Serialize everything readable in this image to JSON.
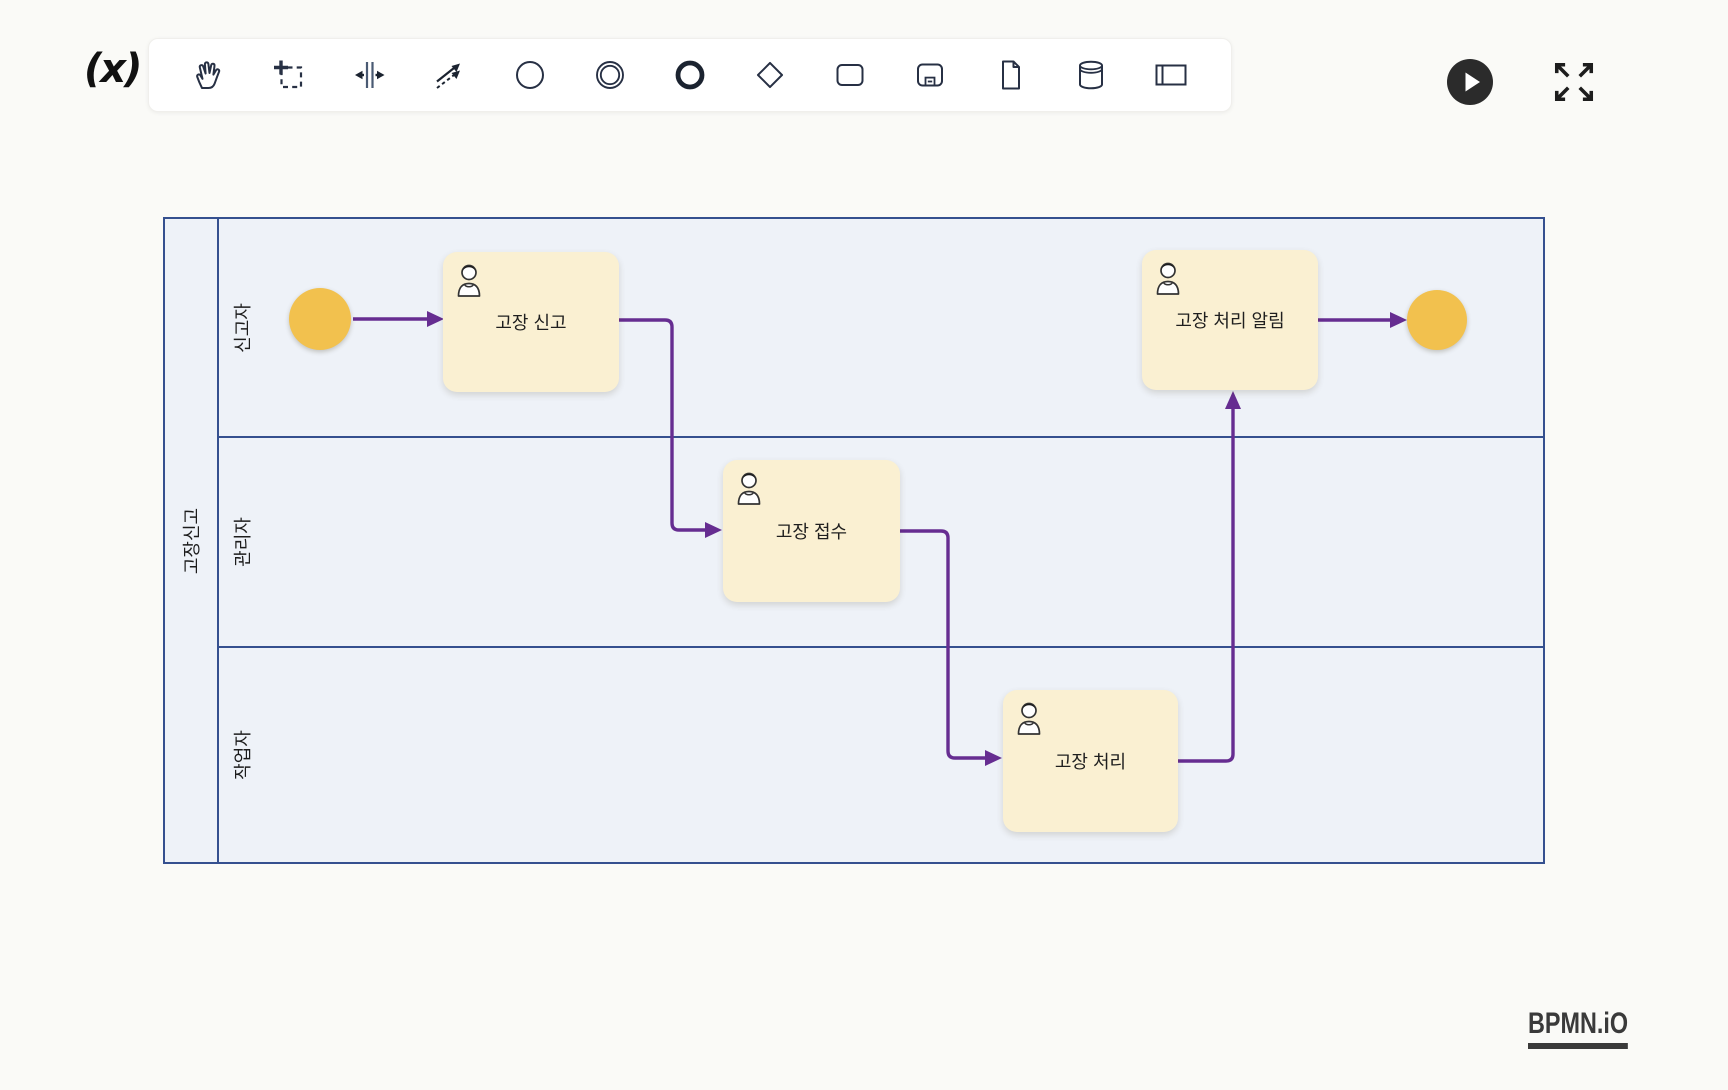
{
  "app": {
    "logo_text": "(x)",
    "watermark_text": "BPMN.iO"
  },
  "toolbar": {
    "tools": [
      "hand-tool",
      "lasso-tool",
      "space-tool",
      "global-connect-tool",
      "start-event-icon",
      "intermediate-event-icon",
      "end-event-icon",
      "gateway-icon",
      "task-icon",
      "subprocess-icon",
      "data-object-icon",
      "data-store-icon",
      "participant-icon"
    ]
  },
  "header_actions": {
    "play": "play-icon",
    "fullscreen": "fullscreen-icon"
  },
  "diagram": {
    "pool": {
      "label": "고장신고"
    },
    "lanes": [
      {
        "label": "신고자"
      },
      {
        "label": "관리자"
      },
      {
        "label": "작업자"
      }
    ],
    "nodes": [
      {
        "type": "start-event",
        "lane": "신고자",
        "label": ""
      },
      {
        "type": "user-task",
        "lane": "신고자",
        "label": "고장 신고"
      },
      {
        "type": "user-task",
        "lane": "관리자",
        "label": "고장 접수"
      },
      {
        "type": "user-task",
        "lane": "작업자",
        "label": "고장 처리"
      },
      {
        "type": "user-task",
        "lane": "신고자",
        "label": "고장 처리 알림"
      },
      {
        "type": "end-event",
        "lane": "신고자",
        "label": ""
      }
    ],
    "flows": [
      {
        "from": "start-event",
        "to": "고장 신고"
      },
      {
        "from": "고장 신고",
        "to": "고장 접수"
      },
      {
        "from": "고장 접수",
        "to": "고장 처리"
      },
      {
        "from": "고장 처리",
        "to": "고장 처리 알림"
      },
      {
        "from": "고장 처리 알림",
        "to": "end-event"
      }
    ],
    "colors": {
      "flow": "#662d91",
      "event_fill": "#f2c14e",
      "task_fill": "#faf0d2",
      "pool_border": "#35508f",
      "pool_fill": "#eef2f8"
    }
  }
}
